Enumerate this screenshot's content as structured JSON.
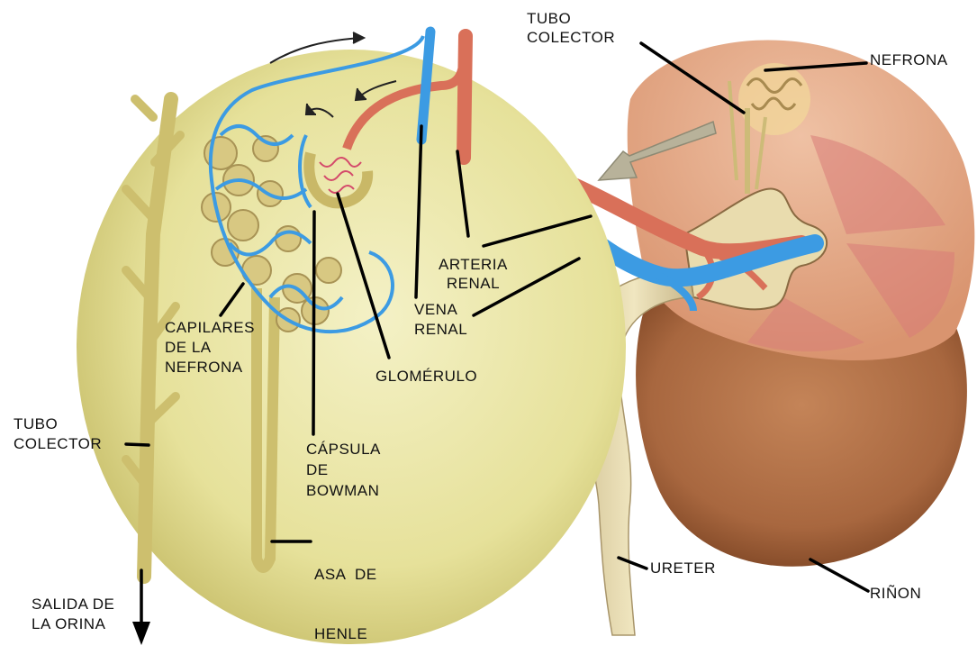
{
  "labels": {
    "tubo_colector_top": {
      "line1": "TUBO",
      "line2": "COLECTOR"
    },
    "nefrona": "NEFRONA",
    "arteria_renal": {
      "line1": "ARTERIA",
      "line2": "RENAL"
    },
    "vena_renal": {
      "line1": "VENA",
      "line2": "RENAL"
    },
    "capilares": {
      "line1": "CAPILARES",
      "line2": "DE LA",
      "line3": "NEFRONA"
    },
    "glomerulo": "GLOMÉRULO",
    "tubo_colector_left": {
      "line1": "TUBO",
      "line2": "COLECTOR"
    },
    "capsula": {
      "line1": "CÁPSULA",
      "line2": "DE",
      "line3": "BOWMAN"
    },
    "asa_henle": {
      "line1": "ASA  DE",
      "line2": "HENLE"
    },
    "ureter": "URETER",
    "rinon": "RIÑON",
    "salida": {
      "line1": "SALIDA DE",
      "line2": "LA ORINA"
    }
  },
  "colors": {
    "circle_fill": "#e8e4a0",
    "kidney_body": "#b2704a",
    "kidney_cortex": "#e3a685",
    "artery": "#d97059",
    "vein": "#3c9be3",
    "tubule": "#c9b867"
  }
}
